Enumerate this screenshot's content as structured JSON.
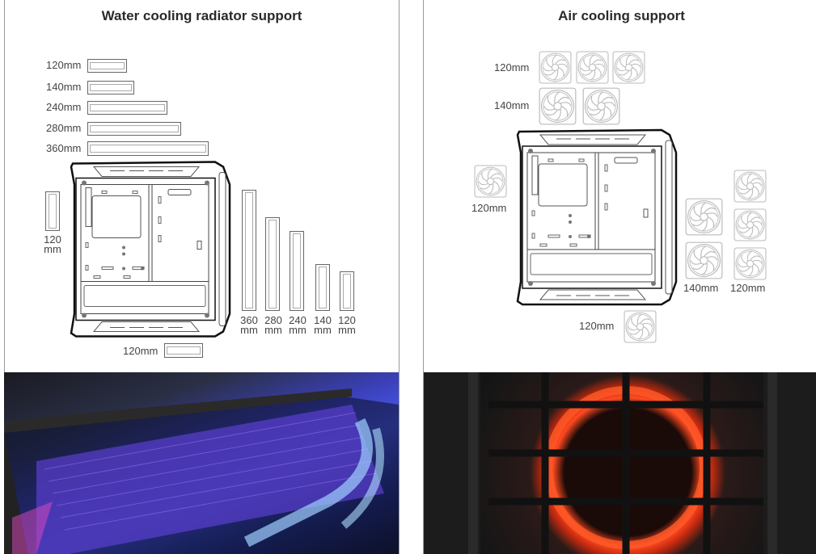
{
  "water": {
    "title": "Water cooling radiator support",
    "top_radiators": [
      "120mm",
      "140mm",
      "240mm",
      "280mm",
      "360mm"
    ],
    "left_radiator": {
      "num": "120",
      "unit": "mm"
    },
    "front_radiators": [
      {
        "num": "360",
        "unit": "mm"
      },
      {
        "num": "280",
        "unit": "mm"
      },
      {
        "num": "240",
        "unit": "mm"
      },
      {
        "num": "140",
        "unit": "mm"
      },
      {
        "num": "120",
        "unit": "mm"
      }
    ],
    "bottom_radiator": "120mm"
  },
  "air": {
    "title": "Air cooling support",
    "top_120_label": "120mm",
    "top_140_label": "140mm",
    "rear_label": "120mm",
    "front_140_label": "140mm",
    "front_120_label": "120mm",
    "bottom_label": "120mm"
  },
  "colors": {
    "line": "#666666",
    "accent_blue": "#4a5af0",
    "accent_red": "#ff4a20"
  }
}
